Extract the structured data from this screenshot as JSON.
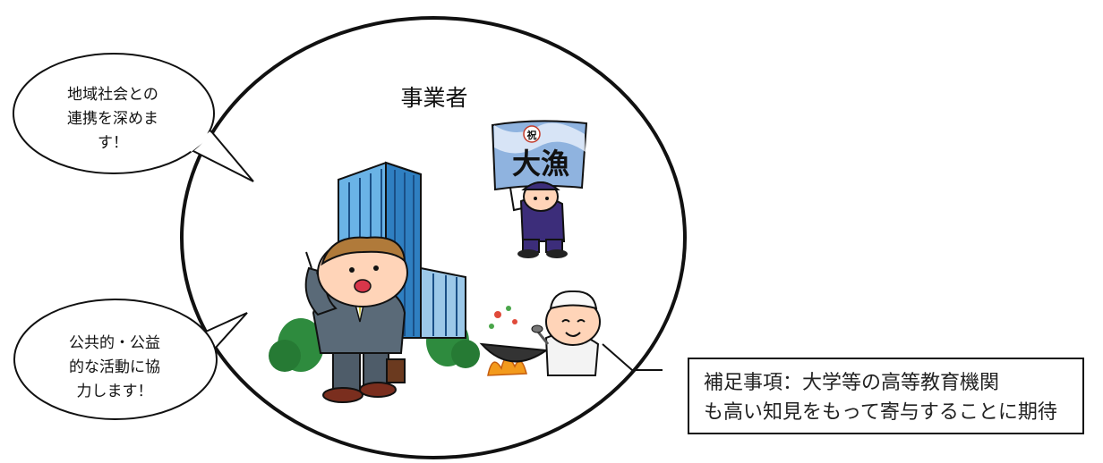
{
  "diagram": {
    "title": "事業者",
    "bubble_top": "地域社会との\n連携を深めま\nす！",
    "bubble_bottom": "公共的・公益\n的な活動に協\n力します！",
    "note": "補足事項：大学等の高等教育機関\nも高い知見をもって寄与することに期待",
    "banner_small": "祝",
    "banner_big": "大漁"
  },
  "colors": {
    "building": "#3a8fd0",
    "suit": "#5a6a78",
    "fisherman": "#3c2d7a",
    "flame": "#f39a1c"
  }
}
